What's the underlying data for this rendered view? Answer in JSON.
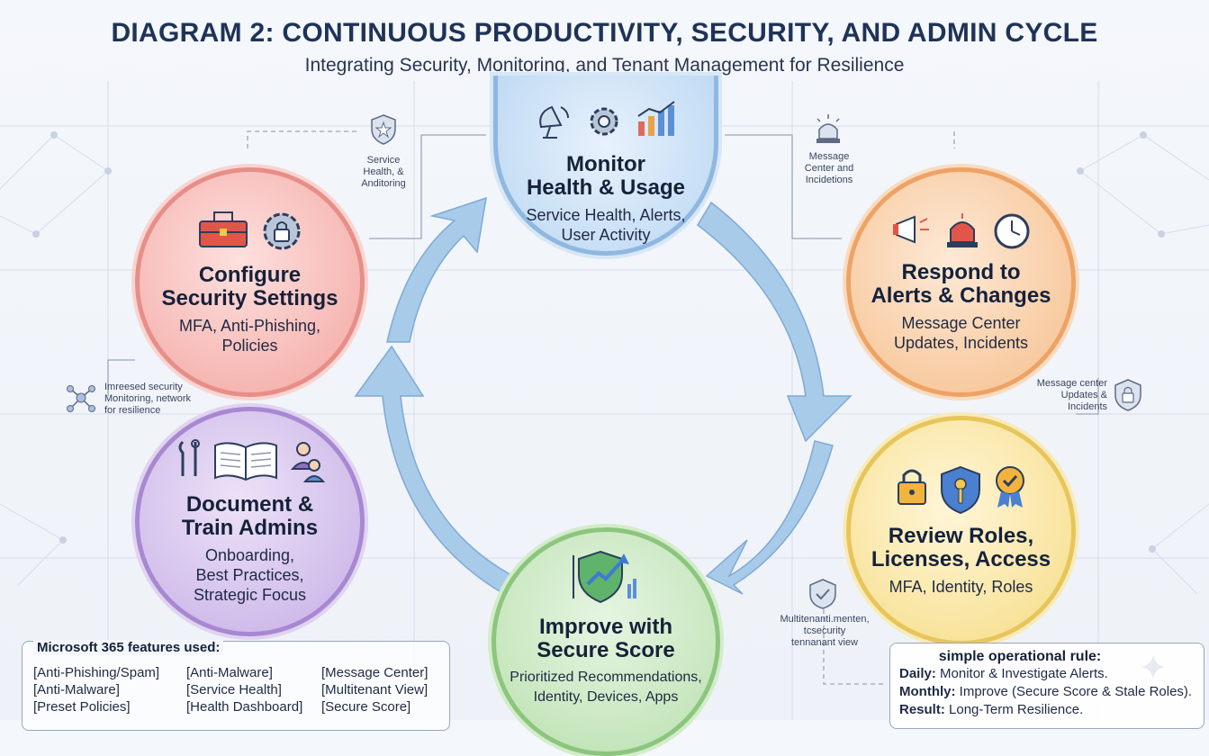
{
  "title": "DIAGRAM 2: CONTINUOUS PRODUCTIVITY, SECURITY, AND ADMIN CYCLE",
  "subtitle": "Integrating Security, Monitoring, and Tenant Management for Resilience",
  "nodes": {
    "monitor": {
      "title1": "Monitor",
      "title2": "Health & Usage",
      "sub1": "Service Health, Alerts,",
      "sub2": "User Activity",
      "icons": [
        "satellite-dish-icon",
        "gear-icon",
        "bar-chart-icon"
      ]
    },
    "configure": {
      "title1": "Configure",
      "title2": "Security Settings",
      "sub1": "MFA, Anti-Phishing,",
      "sub2": "Policies",
      "icons": [
        "toolbox-icon",
        "lock-gear-icon"
      ]
    },
    "respond": {
      "title1": "Respond to",
      "title2": "Alerts & Changes",
      "sub1": "Message Center",
      "sub2": "Updates, Incidents",
      "icons": [
        "megaphone-icon",
        "siren-icon",
        "clock-icon"
      ]
    },
    "document": {
      "title1": "Document &",
      "title2": "Train Admins",
      "sub1": "Onboarding,",
      "sub2": "Best Practices,",
      "sub3": "Strategic Focus",
      "icons": [
        "tools-icon",
        "open-book-icon",
        "people-icon"
      ]
    },
    "review": {
      "title1": "Review Roles,",
      "title2": "Licenses, Access",
      "sub1": "MFA, Identity, Roles",
      "icons": [
        "padlock-icon",
        "shield-key-icon",
        "badge-icon"
      ]
    },
    "improve": {
      "title1": "Improve with",
      "title2": "Secure Score",
      "sub1": "Prioritized Recommendations,",
      "sub2": "Identity, Devices, Apps",
      "icons": [
        "shield-trend-icon"
      ]
    }
  },
  "annotations": {
    "service": [
      "Service",
      "Health, &",
      "Anditoring"
    ],
    "message_top": [
      "Message",
      "Center and",
      "Incidetions"
    ],
    "security_left": [
      "Imreesed security",
      "Monitoring, network",
      "for resilience"
    ],
    "message_right": [
      "Message center",
      "Updates &",
      "Incidents"
    ],
    "multitenant": [
      "Multitenanti.menten,",
      "tcsecurity",
      "tennanant view"
    ]
  },
  "features": {
    "title": "Microsoft 365 features used:",
    "items": [
      "[Anti-Phishing/Spam]",
      "[Anti-Malware]",
      "[Message Center]",
      "[Anti-Malware]",
      "[Service Health]",
      "[Multitenant View]",
      "[Preset Policies]",
      "[Health Dashboard]",
      "[Secure Score]"
    ]
  },
  "rule": {
    "title": "simple operational rule:",
    "lines": [
      {
        "label": "Daily:",
        "text": " Monitor & Investigate Alerts."
      },
      {
        "label": "Monthly:",
        "text": " Improve (Secure Score & Stale Roles)."
      },
      {
        "label": "Result:",
        "text": " Long-Term Resilience."
      }
    ]
  },
  "colors": {
    "monitor": "#b9d6f2",
    "configure": "#f3a6a1",
    "respond": "#f6bf8c",
    "document": "#c6aee6",
    "review": "#f6dc85",
    "improve": "#b9e0ae",
    "cycle_arrow": "#a9cbea"
  }
}
